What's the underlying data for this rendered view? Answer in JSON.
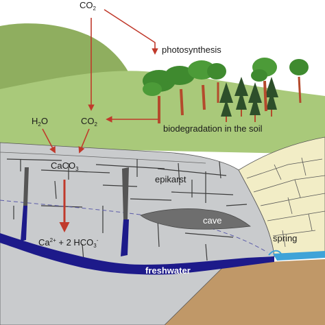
{
  "labels": {
    "co2_top": "CO",
    "co2_top_sub": "2",
    "photosynthesis": "photosynthesis",
    "h2o": "H",
    "h2o_sub": "2",
    "h2o_o": "O",
    "co2_mid": "CO",
    "co2_mid_sub": "2",
    "biodegradation": "biodegradation in the soil",
    "caco3": "CaCO",
    "caco3_sub": "3",
    "epikarst": "epikarst",
    "cave": "cave",
    "ca": "Ca",
    "ca_sup": "2+",
    "plus_hco": " + 2 HCO",
    "hco_sub": "3",
    "hco_sup": "-",
    "spring": "spring",
    "freshwater": "freshwater"
  },
  "colors": {
    "hill_dark": "#8fae5f",
    "meadow": "#a9c97a",
    "limestone": "#c9cbcd",
    "sandstone": "#f2edc6",
    "bedrock": "#c09868",
    "water": "#1d1a8a",
    "spring_water": "#3fa3d8",
    "arrow": "#c0392b",
    "cave": "#6e6e6e",
    "tree_trunk": "#b44a2c",
    "tree_leaf": "#3f8a2f",
    "conifer": "#2d4f2a"
  }
}
